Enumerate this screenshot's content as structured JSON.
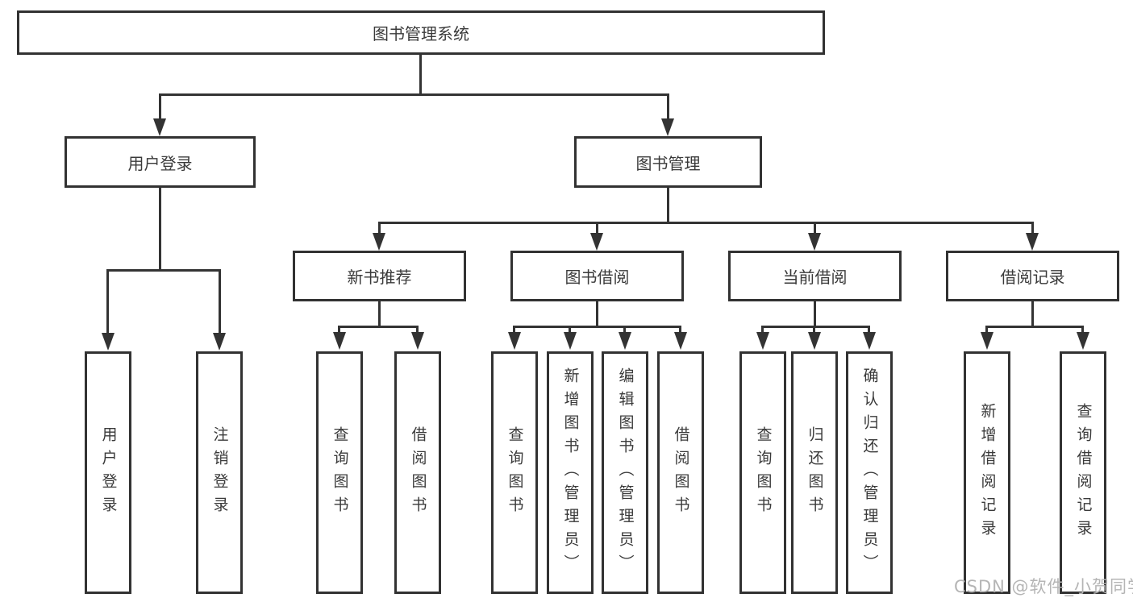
{
  "diagram": {
    "root": {
      "label": "图书管理系统"
    },
    "level2": [
      {
        "label": "用户登录"
      },
      {
        "label": "图书管理"
      }
    ],
    "level3": [
      {
        "label": "新书推荐"
      },
      {
        "label": "图书借阅"
      },
      {
        "label": "当前借阅"
      },
      {
        "label": "借阅记录"
      }
    ],
    "leaves": {
      "user_login": [
        {
          "label": "用户登录"
        },
        {
          "label": "注销登录"
        }
      ],
      "new_book": [
        {
          "label": "查询图书"
        },
        {
          "label": "借阅图书"
        }
      ],
      "book_borrowing": [
        {
          "label": "查询图书"
        },
        {
          "label": "新增图书（管理员）"
        },
        {
          "label": "编辑图书（管理员）"
        },
        {
          "label": "借阅图书"
        }
      ],
      "current_borrowing": [
        {
          "label": "查询图书"
        },
        {
          "label": "归还图书"
        },
        {
          "label": "确认归还（管理员）"
        }
      ],
      "borrowing_records": [
        {
          "label": "新增借阅记录"
        },
        {
          "label": "查询借阅记录"
        }
      ]
    },
    "watermark": "CSDN @软件_小贺同学",
    "colors": {
      "line": "#333333",
      "border": "#323232",
      "text": "#3a3a3a",
      "watermark": "#b5b5b5",
      "background": "#ffffff"
    }
  }
}
